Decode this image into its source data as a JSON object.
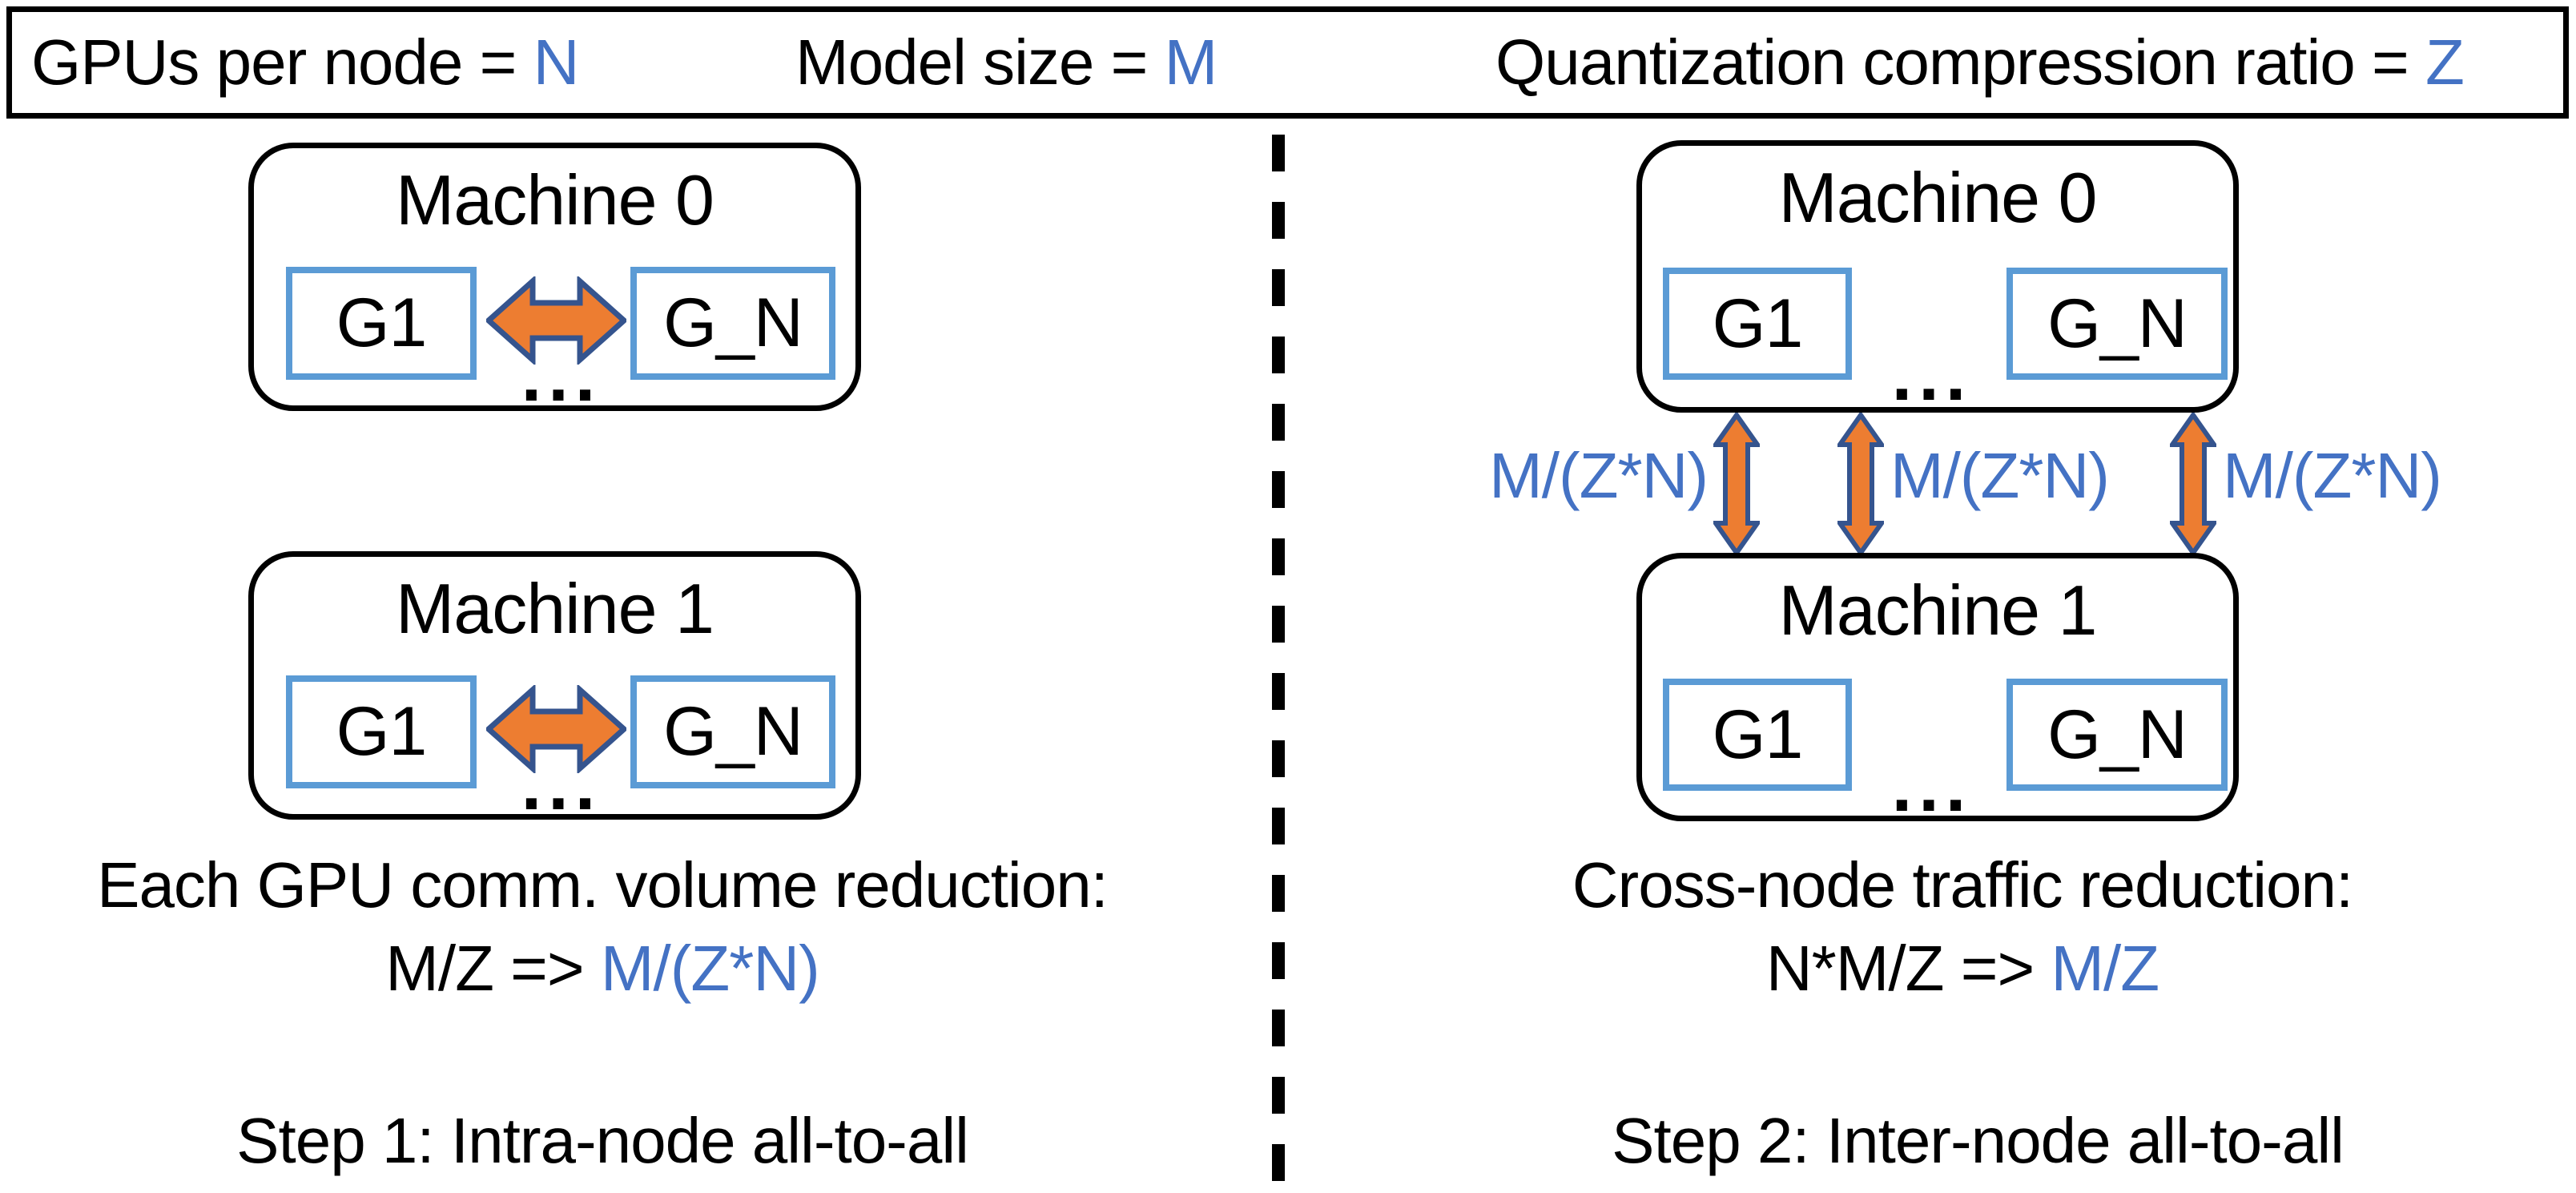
{
  "banner": {
    "items": [
      {
        "label": "GPUs per node = ",
        "var": "N"
      },
      {
        "label": "Model size = ",
        "var": "M"
      },
      {
        "label": "Quantization compression ratio = ",
        "var": "Z"
      }
    ]
  },
  "left_panel": {
    "machines": [
      {
        "title": "Machine 0",
        "gpu_left": "G1",
        "gpu_right": "G_N",
        "ellipsis": "..."
      },
      {
        "title": "Machine 1",
        "gpu_left": "G1",
        "gpu_right": "G_N",
        "ellipsis": "..."
      }
    ],
    "reduction": {
      "line1": "Each GPU comm. volume reduction:",
      "line2_black": "M/Z => ",
      "line2_blue": "M/(Z*N)"
    },
    "caption": "Step 1: Intra-node all-to-all"
  },
  "right_panel": {
    "machines": [
      {
        "title": "Machine 0",
        "gpu_left": "G1",
        "gpu_right": "G_N",
        "ellipsis": "..."
      },
      {
        "title": "Machine 1",
        "gpu_left": "G1",
        "gpu_right": "G_N",
        "ellipsis": "..."
      }
    ],
    "link_labels": [
      "M/(Z*N)",
      "M/(Z*N)",
      "M/(Z*N)"
    ],
    "reduction": {
      "line1": "Cross-node traffic reduction:",
      "line2_black": "N*M/Z => ",
      "line2_blue": "M/Z"
    },
    "caption": "Step 2: Inter-node all-to-all"
  },
  "icons": {
    "intra_node_arrow": "double-arrow-horizontal",
    "inter_node_arrow": "double-arrow-vertical"
  },
  "colors": {
    "highlight_blue": "#4472C4",
    "gpu_box_border_blue": "#5B9BD5",
    "arrow_fill_orange": "#ED7D31",
    "arrow_outline_blue": "#35548E",
    "line_black": "#000000"
  }
}
